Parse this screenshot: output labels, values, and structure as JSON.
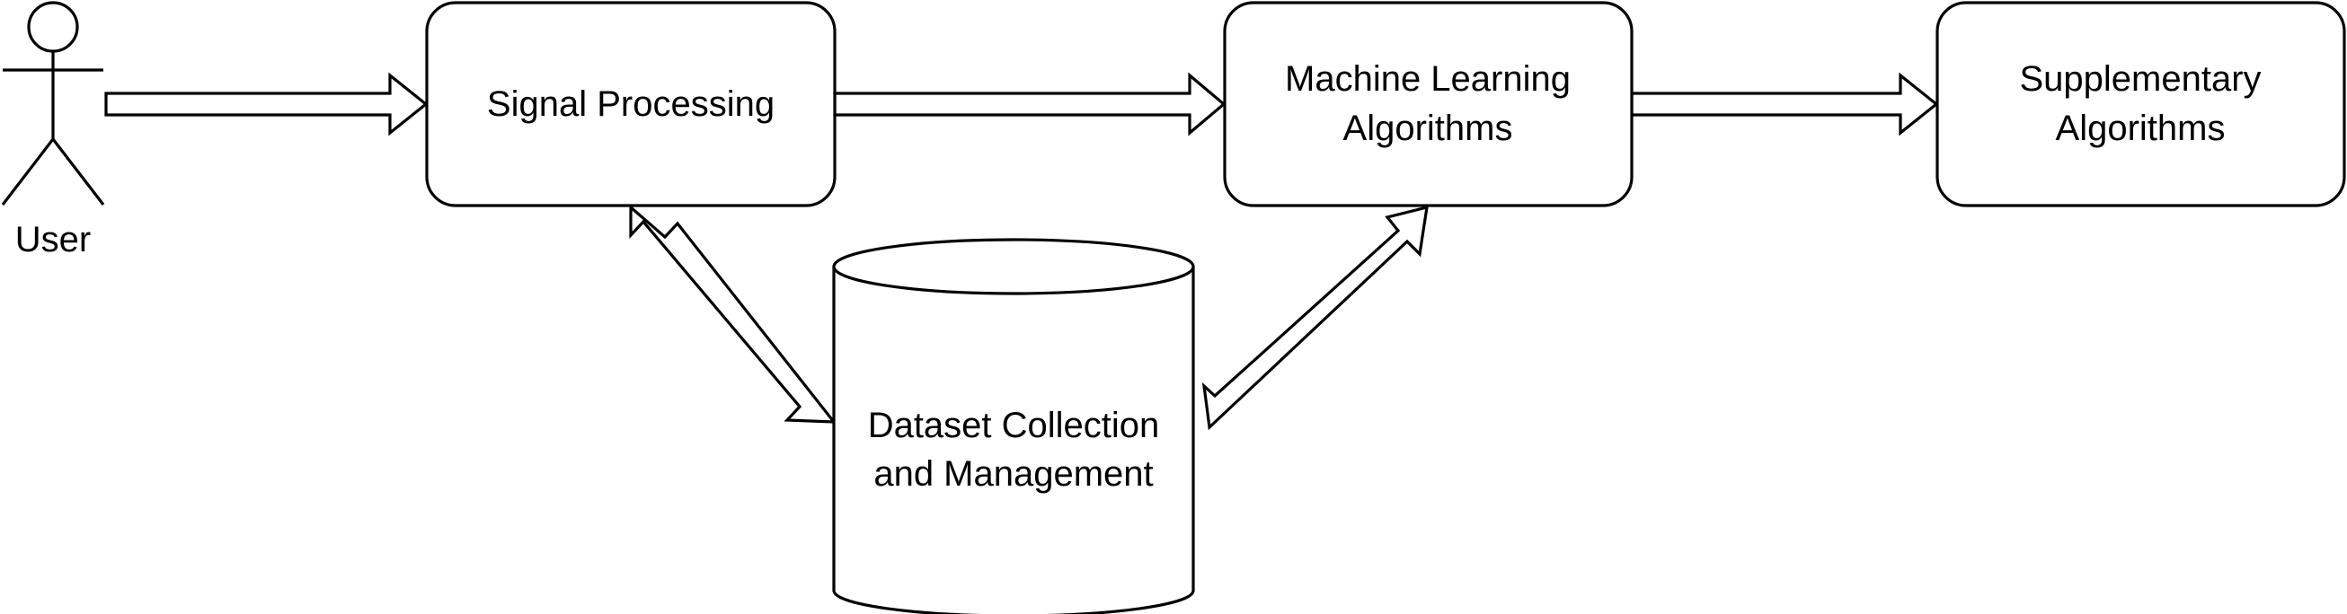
{
  "actor": {
    "label": "User"
  },
  "nodes": {
    "signal_processing": {
      "lines": [
        "Signal Processing"
      ]
    },
    "machine_learning": {
      "lines": [
        "Machine Learning",
        "Algorithms"
      ]
    },
    "supplementary": {
      "lines": [
        "Supplementary",
        "Algorithms"
      ]
    },
    "dataset": {
      "lines": [
        "Dataset Collection",
        "and Management"
      ]
    }
  },
  "edges": [
    {
      "from": "User",
      "to": "Signal Processing",
      "direction": "forward"
    },
    {
      "from": "Signal Processing",
      "to": "Machine Learning Algorithms",
      "direction": "forward"
    },
    {
      "from": "Machine Learning Algorithms",
      "to": "Supplementary Algorithms",
      "direction": "forward"
    },
    {
      "from": "Dataset Collection and Management",
      "to": "Signal Processing",
      "direction": "both"
    },
    {
      "from": "Dataset Collection and Management",
      "to": "Machine Learning Algorithms",
      "direction": "both"
    }
  ]
}
